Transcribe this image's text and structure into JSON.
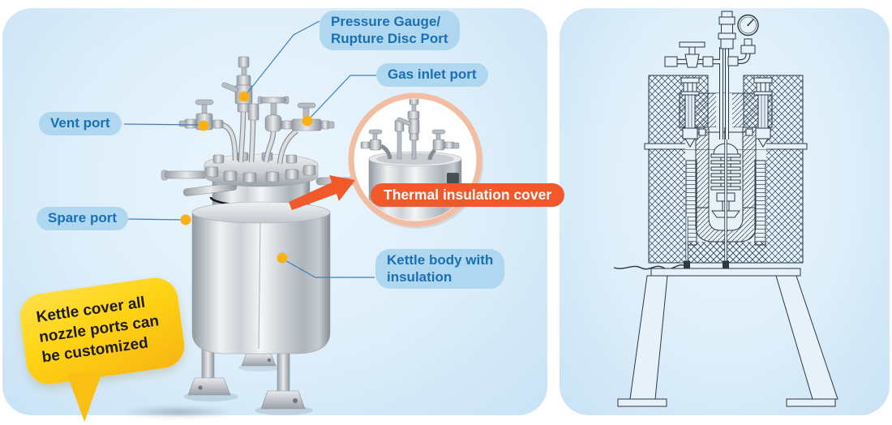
{
  "callouts": {
    "pressure_gauge_port": "Pressure Gauge/\nRupture Disc Port",
    "gas_inlet_port": "Gas inlet port",
    "vent_port": "Vent port",
    "spare_port": "Spare port",
    "kettle_body": "Kettle body with\ninsulation",
    "thermal_cover": "Thermal insulation cover"
  },
  "speech_bubble": {
    "text": "Kettle cover all\nnozzle ports can\nbe customized"
  },
  "colors": {
    "accent_orange": "#F1592B",
    "callout_bg": "#AFD7F0",
    "callout_text": "#1A6FB5",
    "bubble_yellow": "#FFD313",
    "dot_amber": "#FBB116",
    "panel_blue": "#D9ECF8",
    "callout_line_blue": "#3F7FC1",
    "drawing_ink": "#2C3844"
  }
}
